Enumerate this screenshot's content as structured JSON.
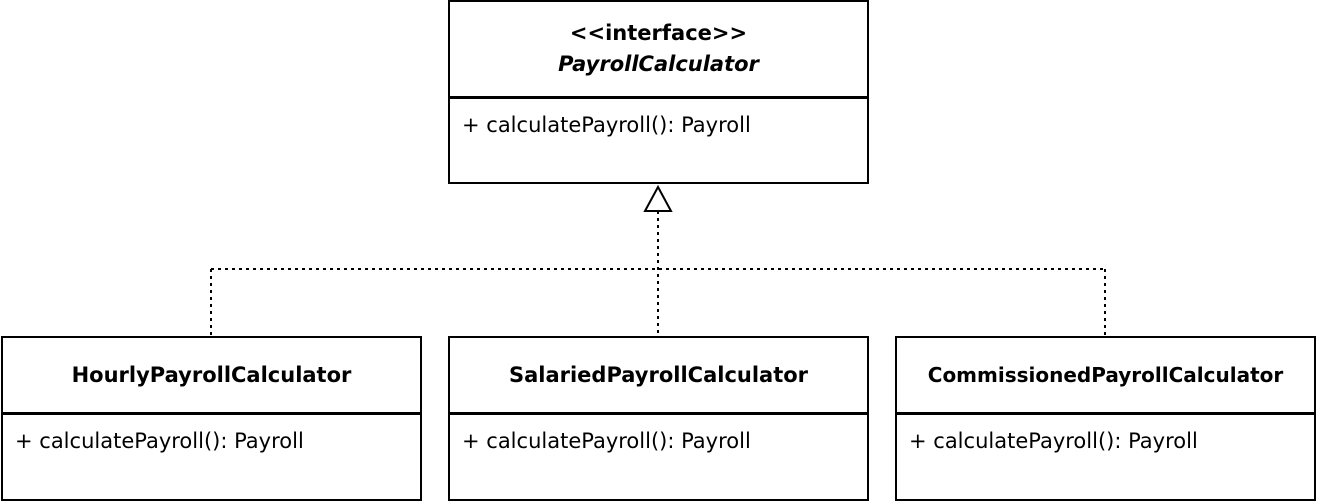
{
  "interface_class": {
    "stereotype": "<<interface>>",
    "name": "PayrollCalculator",
    "operations": [
      "+ calculatePayroll(): Payroll"
    ]
  },
  "implementations": [
    {
      "name": "HourlyPayrollCalculator",
      "operations": [
        "+ calculatePayroll(): Payroll"
      ]
    },
    {
      "name": "SalariedPayrollCalculator",
      "operations": [
        "+ calculatePayroll(): Payroll"
      ]
    },
    {
      "name": "CommissionedPayrollCalculator",
      "operations": [
        "+ calculatePayroll(): Payroll"
      ]
    }
  ],
  "relationship": {
    "type": "realization",
    "line_style": "dotted",
    "arrowhead": "hollow-triangle",
    "color": "#000000"
  }
}
